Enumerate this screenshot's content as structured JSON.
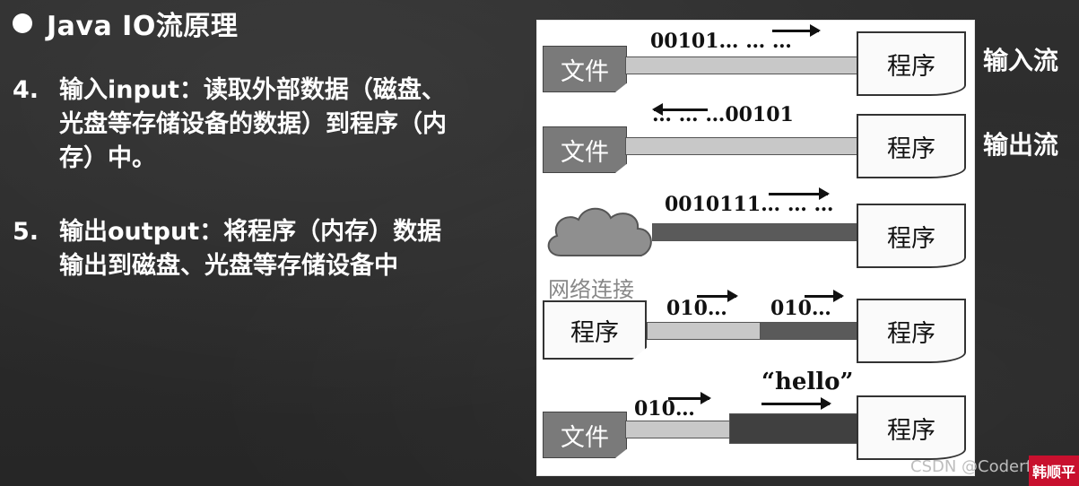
{
  "title": "Java IO流原理",
  "points": [
    {
      "num": "4.",
      "text": "输入input：读取外部数据（磁盘、光盘等存储设备的数据）到程序（内存）中。"
    },
    {
      "num": "5.",
      "text": "输出output：将程序（内存）数据输出到磁盘、光盘等存储设备中"
    }
  ],
  "diagram": {
    "rows": [
      {
        "left": "文件",
        "bits": "00101… … …",
        "right": "程序"
      },
      {
        "left": "文件",
        "bits": "… … …00101",
        "right": "程序"
      },
      {
        "left": "",
        "bits": "0010111… … …",
        "right": "程序"
      },
      {
        "left": "程序",
        "bits_a": "010…",
        "bits_b": "010…",
        "right": "程序"
      },
      {
        "left": "文件",
        "bits_a": "010…",
        "quote": "“hello”",
        "right": "程序"
      }
    ],
    "network_label": "网络连接"
  },
  "side_labels": {
    "input": "输入流",
    "output": "输出流"
  },
  "watermark": "CSDN @Coderfuu",
  "logo": "韩顺平"
}
